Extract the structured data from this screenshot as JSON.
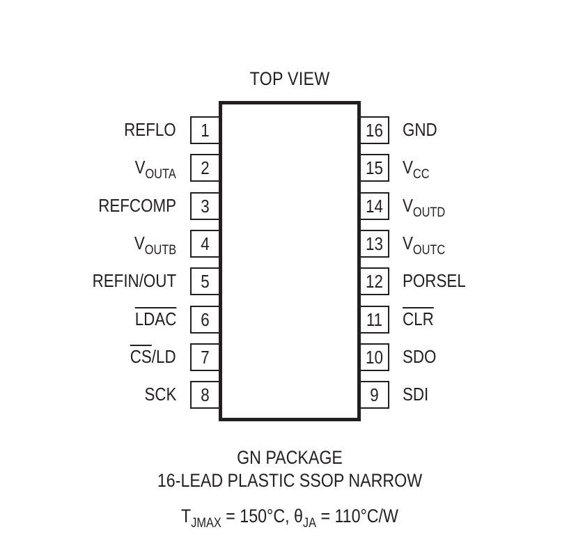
{
  "diagram": {
    "title": "TOP VIEW",
    "package": {
      "name": "GN PACKAGE",
      "description": "16-LEAD PLASTIC SSOP NARROW",
      "thermal": {
        "tj_symbol": "T",
        "tj_sub": "JMAX",
        "tj_value": " = 150°C, ",
        "theta_symbol": "θ",
        "theta_sub": "JA",
        "theta_value": " = 110°C/W"
      }
    },
    "left_pins": [
      {
        "num": "1",
        "label": "REFLO",
        "sub": "",
        "overline": ""
      },
      {
        "num": "2",
        "label": "V",
        "sub": "OUTA",
        "overline": ""
      },
      {
        "num": "3",
        "label": "REFCOMP",
        "sub": "",
        "overline": ""
      },
      {
        "num": "4",
        "label": "V",
        "sub": "OUTB",
        "overline": ""
      },
      {
        "num": "5",
        "label": "REFIN/OUT",
        "sub": "",
        "overline": ""
      },
      {
        "num": "6",
        "label": "",
        "sub": "",
        "overline": "LDAC"
      },
      {
        "num": "7",
        "label": "/LD",
        "sub": "",
        "overline": "CS"
      },
      {
        "num": "8",
        "label": "SCK",
        "sub": "",
        "overline": ""
      }
    ],
    "right_pins": [
      {
        "num": "16",
        "label": "GND",
        "sub": "",
        "overline": ""
      },
      {
        "num": "15",
        "label": "V",
        "sub": "CC",
        "overline": ""
      },
      {
        "num": "14",
        "label": "V",
        "sub": "OUTD",
        "overline": ""
      },
      {
        "num": "13",
        "label": "V",
        "sub": "OUTC",
        "overline": ""
      },
      {
        "num": "12",
        "label": "PORSEL",
        "sub": "",
        "overline": ""
      },
      {
        "num": "11",
        "label": "",
        "sub": "",
        "overline": "CLR"
      },
      {
        "num": "10",
        "label": "SDO",
        "sub": "",
        "overline": ""
      },
      {
        "num": "9",
        "label": "SDI",
        "sub": "",
        "overline": ""
      }
    ]
  }
}
